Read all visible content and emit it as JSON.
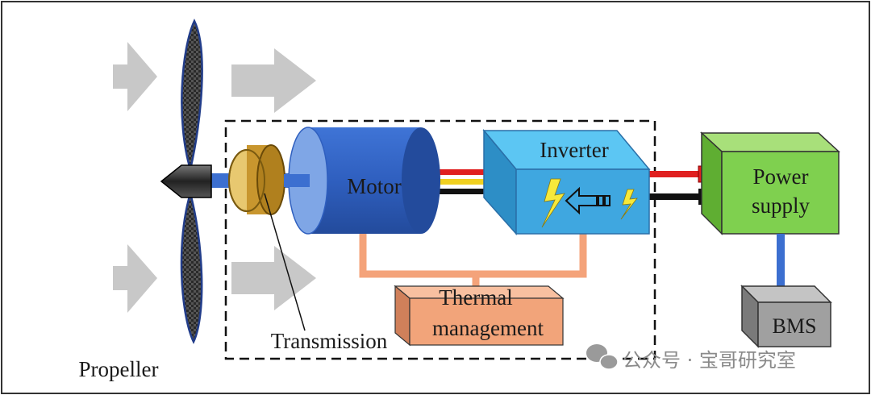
{
  "labels": {
    "motor": "Motor",
    "inverter": "Inverter",
    "power_supply_line1": "Power",
    "power_supply_line2": "supply",
    "thermal_line1": "Thermal",
    "thermal_line2": "management",
    "bms": "BMS",
    "transmission": "Transmission",
    "propeller": "Propeller"
  },
  "watermark": {
    "text": "公众号 · 宝哥研究室"
  },
  "colors": {
    "motor": "#2f5fbf",
    "inverter": "#3fa7e0",
    "power_supply": "#7fd04f",
    "thermal": "#f2a47a",
    "bms": "#a0a0a0",
    "transmission": "#c8962e",
    "flow_arrows": "#c8c8c8",
    "wire_positive": "#e02020",
    "wire_negative": "#111111",
    "wire_signal": "#f0d020",
    "bms_link": "#3c6fd0",
    "cooling_pipe": "#f4a37a"
  }
}
